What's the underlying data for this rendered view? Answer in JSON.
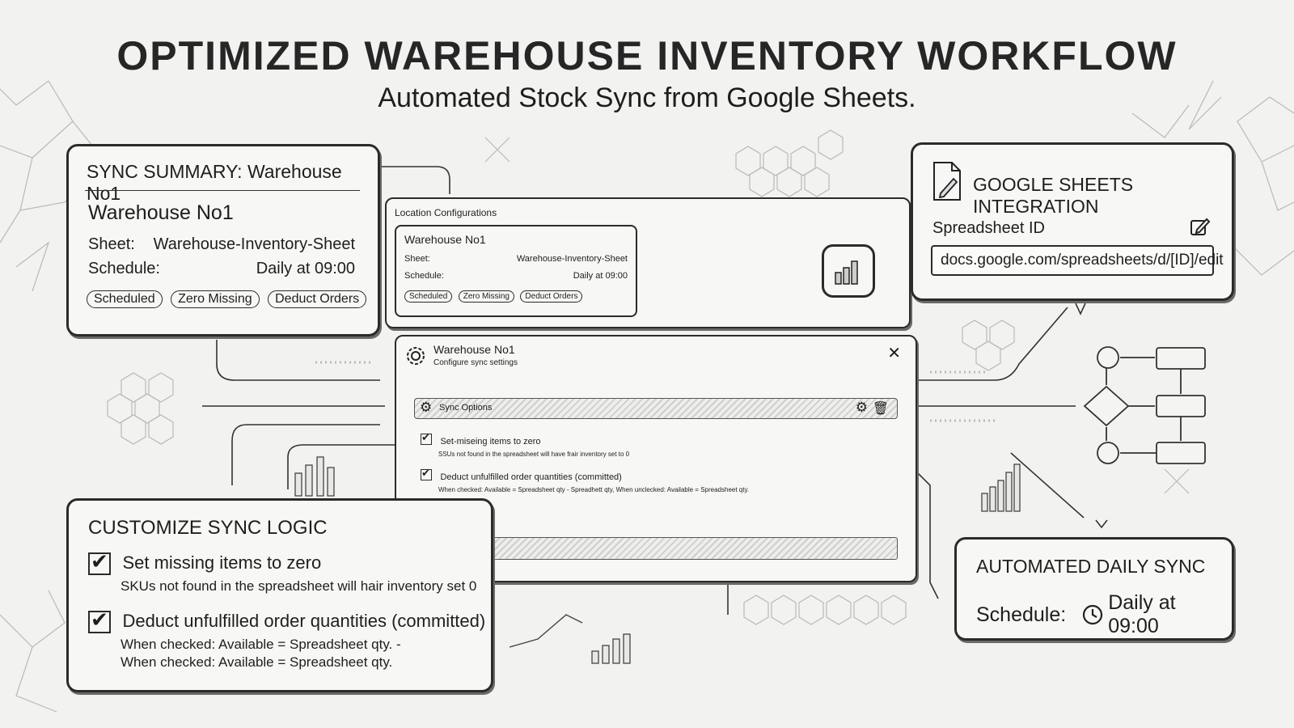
{
  "header": {
    "title": "OPTIMIZED WAREHOUSE INVENTORY WORKFLOW",
    "subtitle": "Automated Stock Sync from Google Sheets."
  },
  "sync_summary": {
    "heading": "SYNC SUMMARY: Warehouse No1",
    "warehouse": "Warehouse No1",
    "sheet_label": "Sheet:",
    "sheet_value": "Warehouse-Inventory-Sheet",
    "schedule_label": "Schedule:",
    "schedule_value": "Daily at 09:00",
    "tags": [
      "Scheduled",
      "Zero Missing",
      "Deduct Orders"
    ]
  },
  "location_config": {
    "heading": "Location Configurations",
    "warehouse": "Warehouse No1",
    "sheet_label": "Sheet:",
    "sheet_value": "Warehouse-Inventory-Sheet",
    "schedule_label": "Schedule:",
    "schedule_value": "Daily at 09:00",
    "tags": [
      "Scheduled",
      "Zero Missing",
      "Deduct Orders"
    ]
  },
  "google_sheets": {
    "heading": "GOOGLE SHEETS INTEGRATION",
    "field_label": "Spreadsheet ID",
    "field_value": "docs.google.com/spreadsheets/d/[ID]/edit"
  },
  "settings_dialog": {
    "title": "Warehouse No1",
    "subtitle": "Configure sync settings",
    "close_glyph": "✕",
    "section_label": "Sync Options",
    "options": [
      {
        "label": "Set-miseing items to zero",
        "desc": "SSUs not found in the spreadsheet will have frair inventory set to 0",
        "checked": true
      },
      {
        "label": "Deduct unfulfilled order quantities (committed)",
        "desc": "When checked: Available = Spreadsheet qty - Spreadhett qty, When unclecked: Available = Spreadsheet qty.",
        "checked": true
      }
    ]
  },
  "customize_logic": {
    "heading": "CUSTOMIZE SYNC LOGIC",
    "options": [
      {
        "label": "Set missing items to zero",
        "desc": "SKUs not found in the spreadsheet will hair inventory set 0",
        "checked": true
      },
      {
        "label": "Deduct unfulfilled order quantities (committed)",
        "desc_line1": "When checked: Available = Spreadsheet qty. -",
        "desc_line2": "When checked: Available = Spreadsheet qty.",
        "checked": true
      }
    ]
  },
  "daily_sync": {
    "heading": "AUTOMATED DAILY SYNC",
    "schedule_label": "Schedule:",
    "schedule_value": "Daily at 09:00"
  },
  "icons": [
    "gear-icon",
    "close-icon",
    "trash-icon",
    "edit-icon",
    "spreadsheet-doc-icon",
    "clock-icon",
    "bar-chart-icon",
    "flowchart-icon"
  ],
  "colors": {
    "ink": "#1e1e1e",
    "paper": "#f2f2f0",
    "card": "#f7f7f5"
  }
}
